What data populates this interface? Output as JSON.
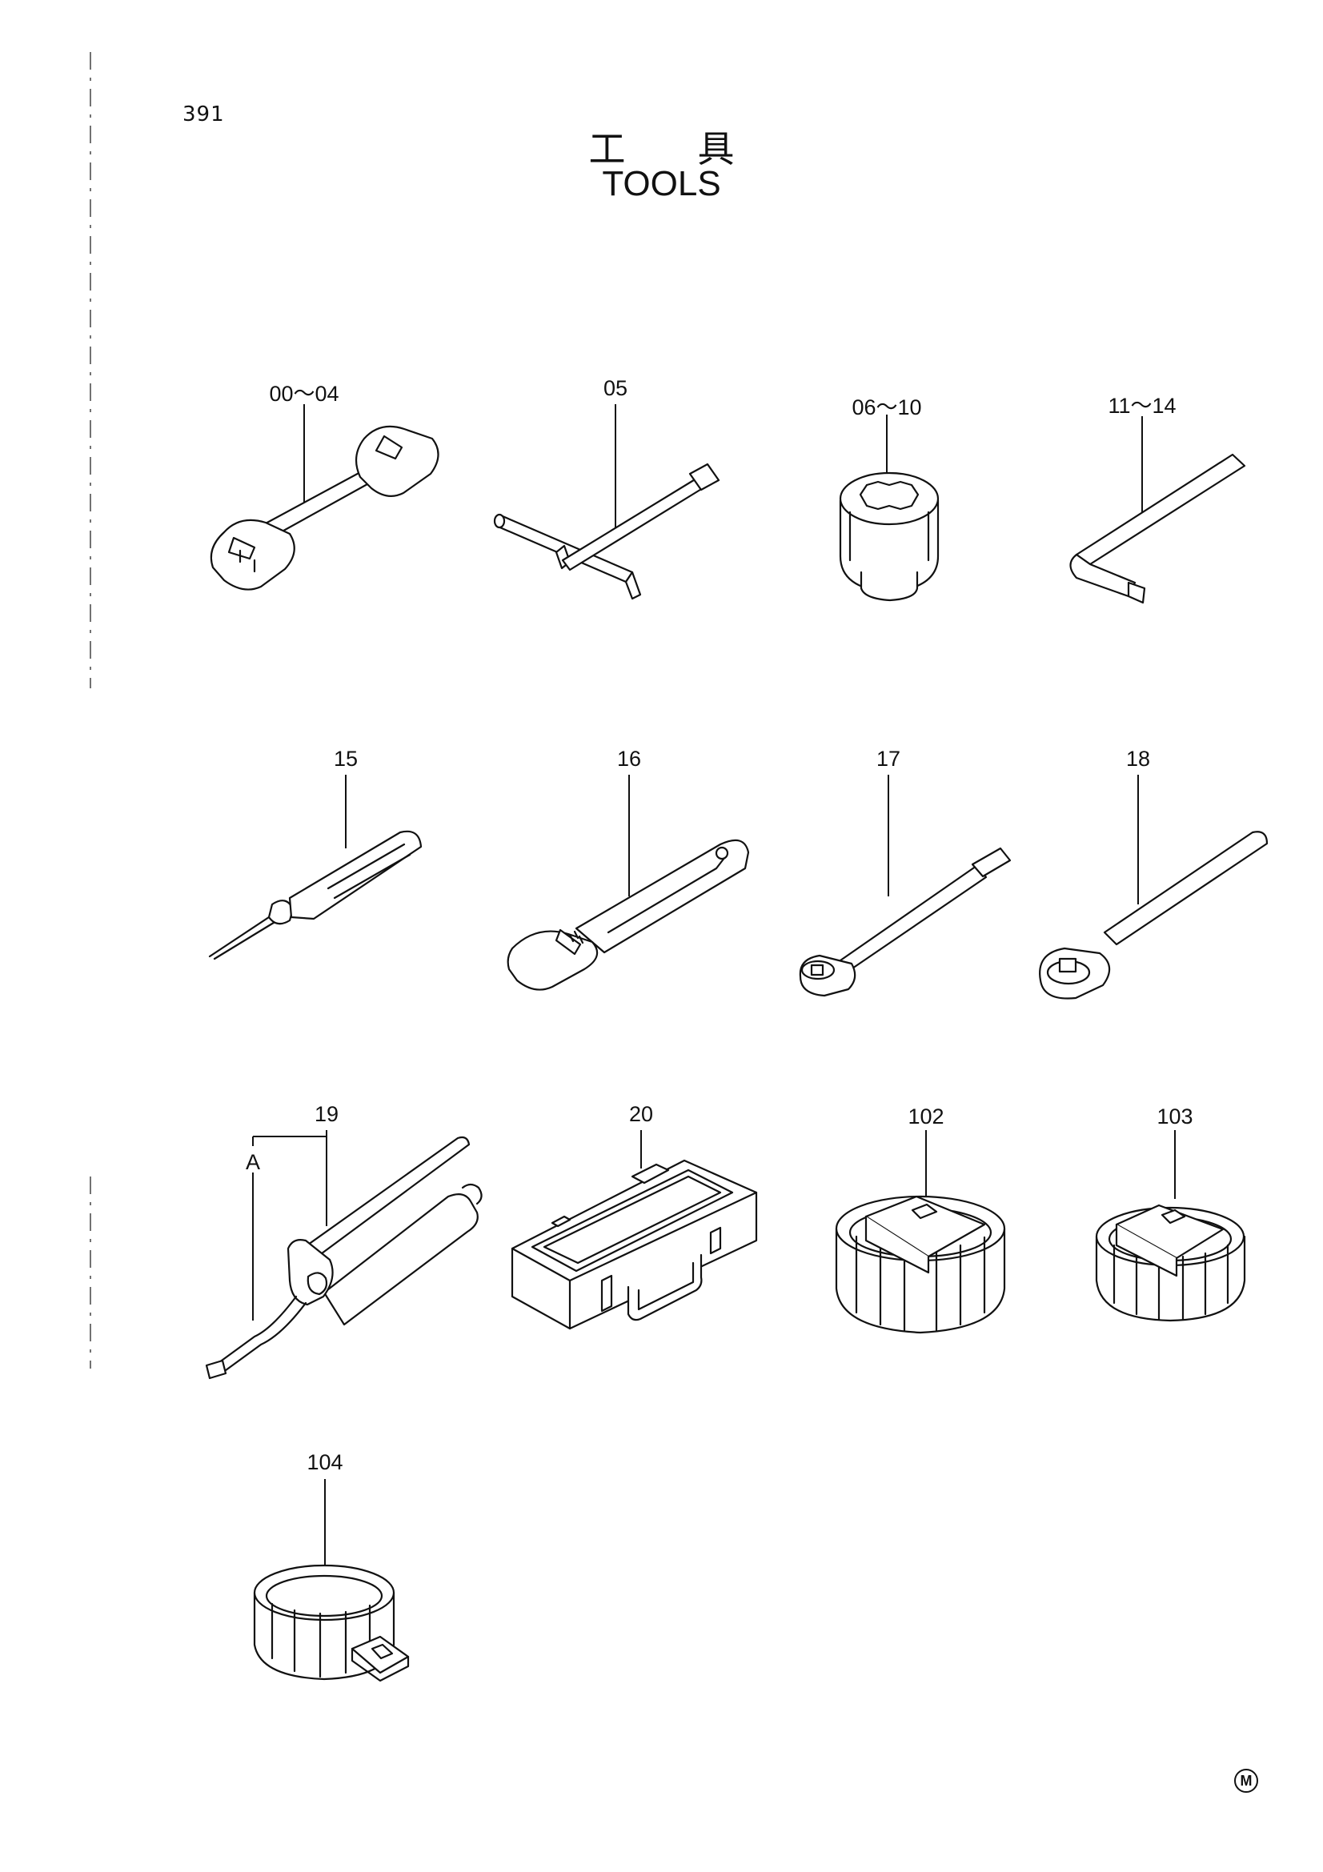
{
  "page_number": "391",
  "title_jp": "工具",
  "title_en": "TOOLS",
  "callouts": {
    "wrench": "00～04",
    "t_wrench": "05",
    "socket": "06～10",
    "hex_key": "11～14",
    "screwdriver": "15",
    "adjustable_wrench": "16",
    "extension_bar": "17",
    "ratchet_handle": "18",
    "grease_gun": "19",
    "grease_gun_detail": "A",
    "tool_box": "20",
    "filter_wrench_102": "102",
    "filter_wrench_103": "103",
    "filter_wrench_104": "104"
  },
  "corner_mark": "M"
}
